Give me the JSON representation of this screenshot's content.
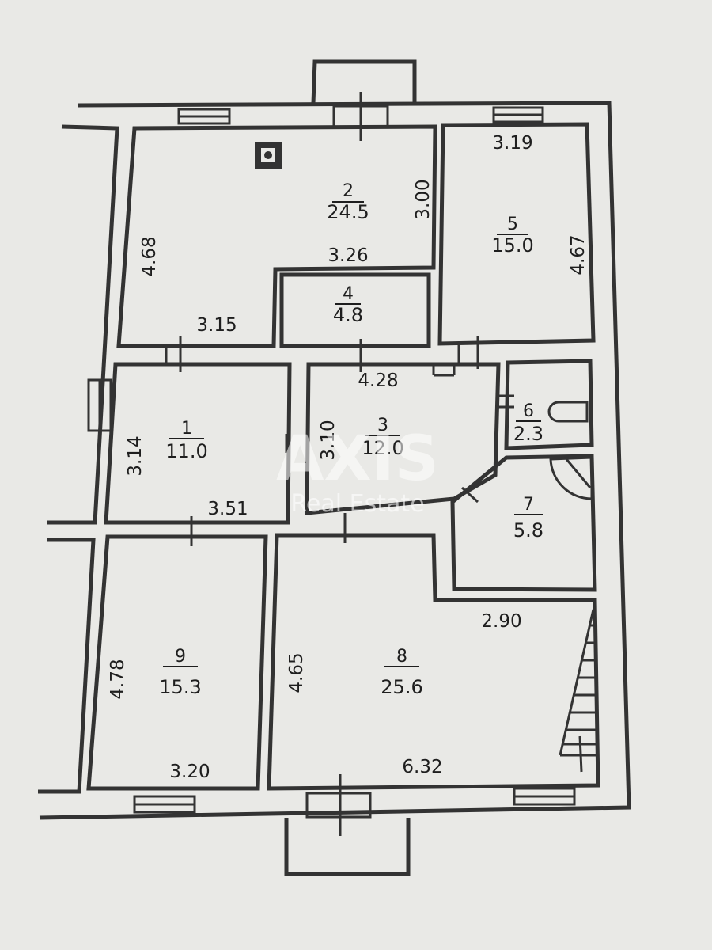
{
  "rooms": [
    {
      "number": "1",
      "area": "11.0"
    },
    {
      "number": "2",
      "area": "24.5"
    },
    {
      "number": "3",
      "area": "12.0"
    },
    {
      "number": "4",
      "area": "4.8"
    },
    {
      "number": "5",
      "area": "15.0"
    },
    {
      "number": "6",
      "area": "2.3"
    },
    {
      "number": "7",
      "area": "5.8"
    },
    {
      "number": "8",
      "area": "25.6"
    },
    {
      "number": "9",
      "area": "15.3"
    }
  ],
  "dimensions": {
    "room2_left": "4.68",
    "room2_bottom": "3.15",
    "room2_right": "3.00",
    "room4_top": "3.26",
    "room5_top": "3.19",
    "room5_right": "4.67",
    "room3_top": "4.28",
    "room3_left": "3.10",
    "room1_left": "3.14",
    "room1_bottom": "3.51",
    "room8_top": "2.90",
    "room8_left": "4.65",
    "room8_bottom": "6.32",
    "room9_left": "4.78",
    "room9_bottom": "3.20"
  },
  "watermark": {
    "title": "AXIS",
    "subtitle": "Real Estate"
  },
  "colors": {
    "paper": "#e9e9e6",
    "line": "#333333"
  }
}
